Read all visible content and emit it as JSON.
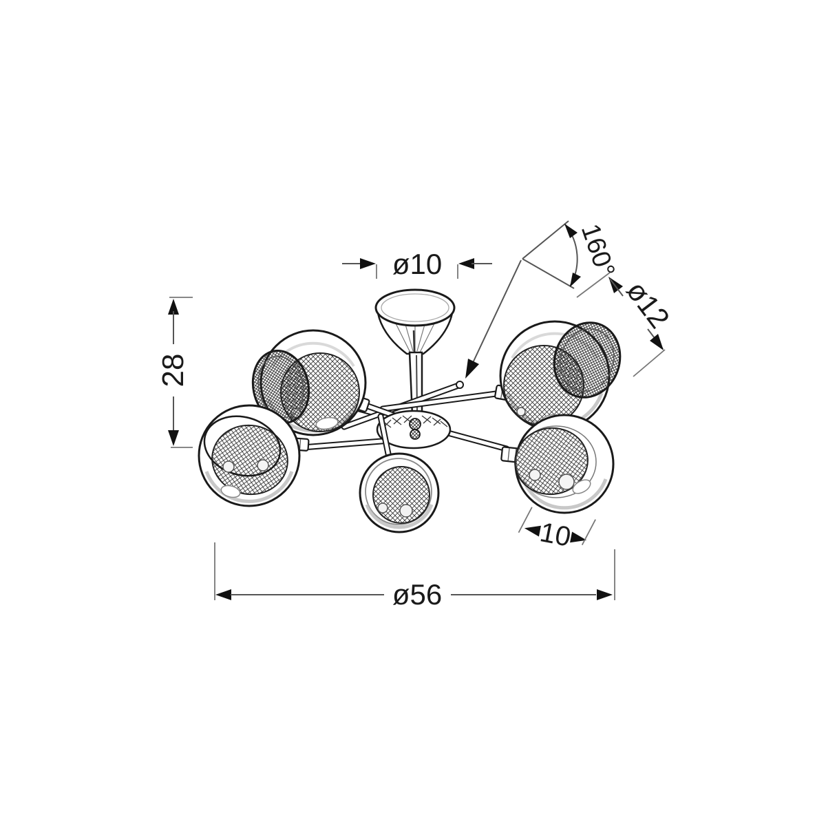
{
  "meta": {
    "description": "Technical dimension line drawing of a 5-light ceiling chandelier with spherical glass shades and inner mesh diffusers",
    "colors": {
      "ink": "#1a1a1a",
      "background": "#ffffff"
    }
  },
  "annotations": {
    "canopy_diameter": "ø10",
    "height": "28",
    "overall_diameter": "ø56",
    "shade_width": "10",
    "shade_diameter": "ø12",
    "arm_angle": "160°"
  }
}
